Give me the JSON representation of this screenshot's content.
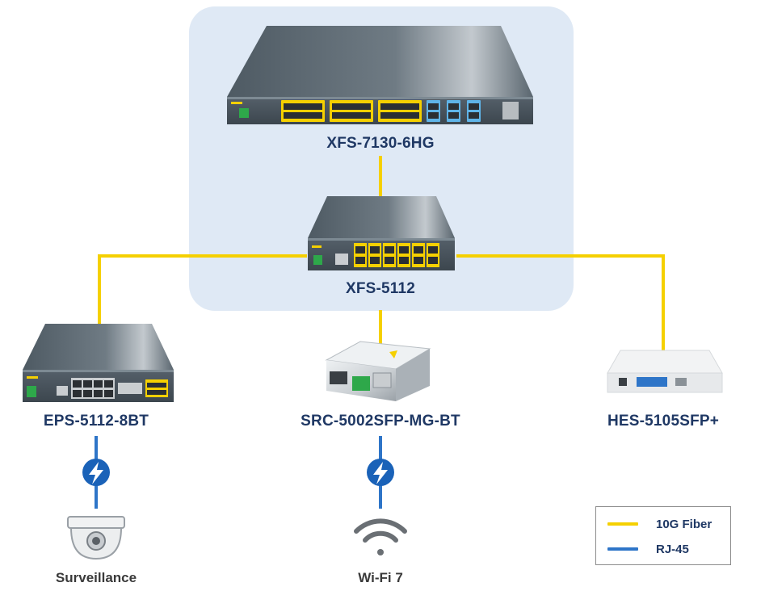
{
  "devices": {
    "core": "XFS-7130-6HG",
    "aggregation": "XFS-5112",
    "left": "EPS-5112-8BT",
    "middle": "SRC-5002SFP-MG-BT",
    "right": "HES-5105SFP+"
  },
  "endpoints": {
    "camera": "Surveillance",
    "wifi": "Wi-Fi 7"
  },
  "legend": {
    "fiber": "10G Fiber",
    "rj45": "RJ-45"
  },
  "colors": {
    "fiber": "#f5d000",
    "rj45": "#2e75c8",
    "highlight_area": "#dfe9f5",
    "label": "#1f3864",
    "poe_badge": "#1a62b8"
  },
  "icons": {
    "poe": "lightning-bolt-icon",
    "camera": "dome-camera-icon",
    "wifi": "wifi-icon"
  }
}
